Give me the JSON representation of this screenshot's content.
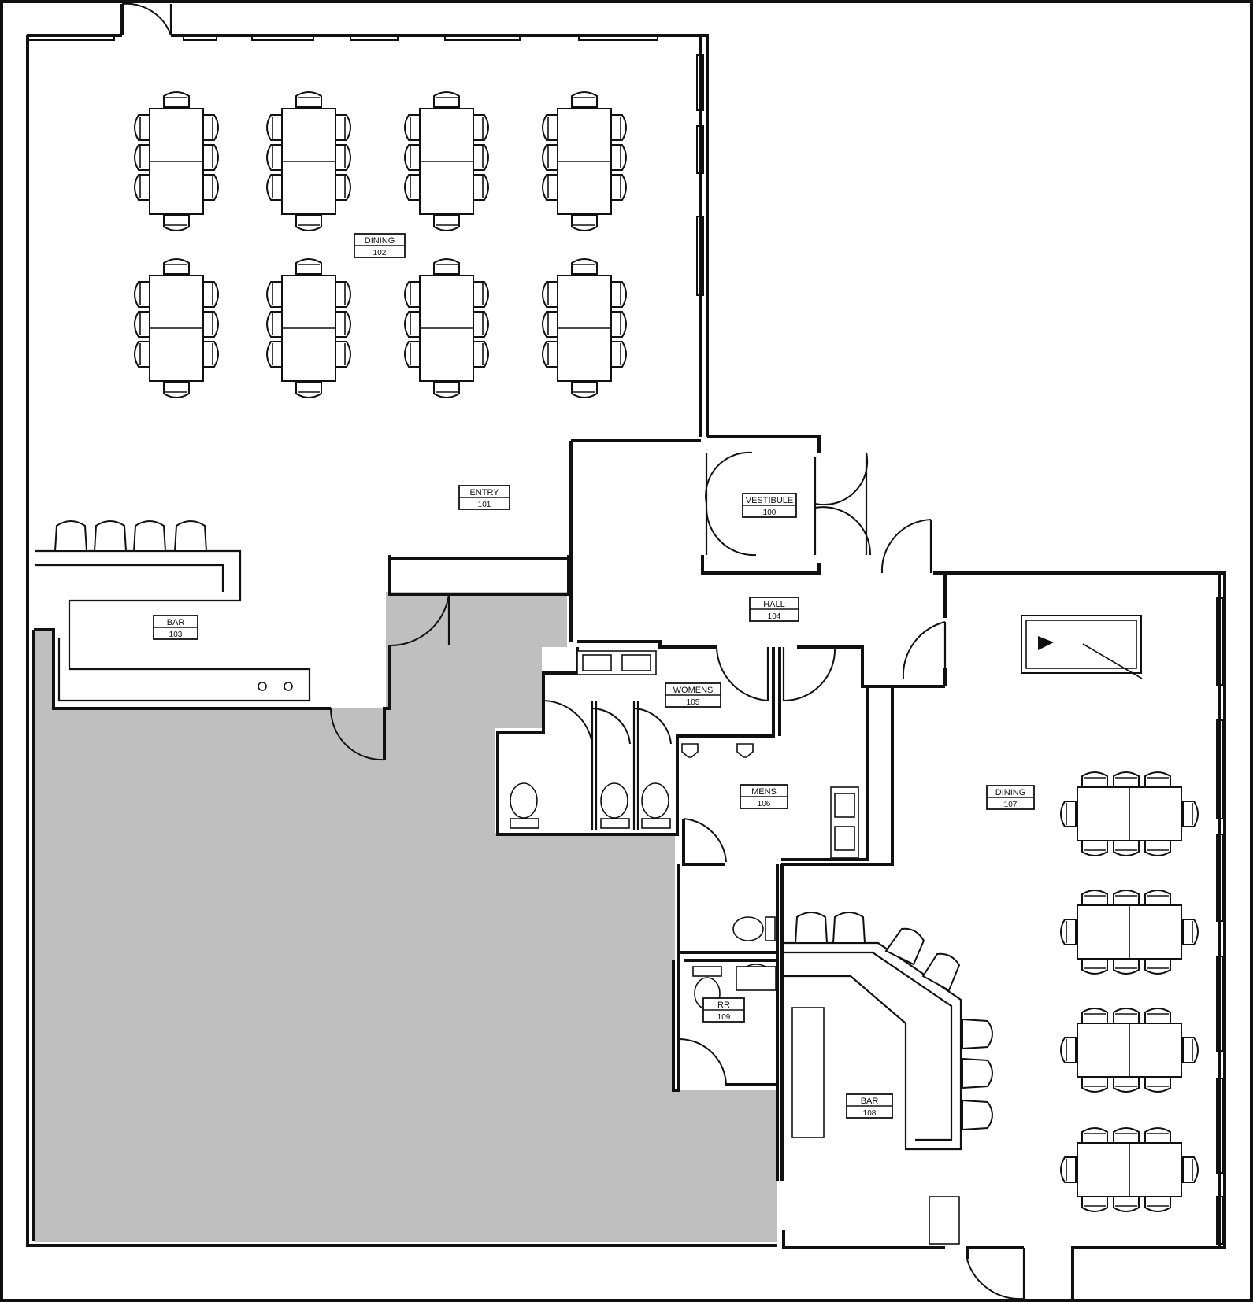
{
  "rooms": [
    {
      "id": "vestibule",
      "name": "VESTIBULE",
      "number": "100"
    },
    {
      "id": "entry",
      "name": "ENTRY",
      "number": "101"
    },
    {
      "id": "dining-102",
      "name": "DINING",
      "number": "102"
    },
    {
      "id": "bar-103",
      "name": "BAR",
      "number": "103"
    },
    {
      "id": "hall",
      "name": "HALL",
      "number": "104"
    },
    {
      "id": "womens",
      "name": "WOMENS",
      "number": "105"
    },
    {
      "id": "mens",
      "name": "MENS",
      "number": "106"
    },
    {
      "id": "dining-107",
      "name": "DINING",
      "number": "107"
    },
    {
      "id": "bar-108",
      "name": "BAR",
      "number": "108"
    },
    {
      "id": "rr",
      "name": "RR",
      "number": "109"
    }
  ],
  "colors": {
    "wall": "#111111",
    "background": "#ffffff",
    "unfinished_area": "#bfbfbf"
  }
}
